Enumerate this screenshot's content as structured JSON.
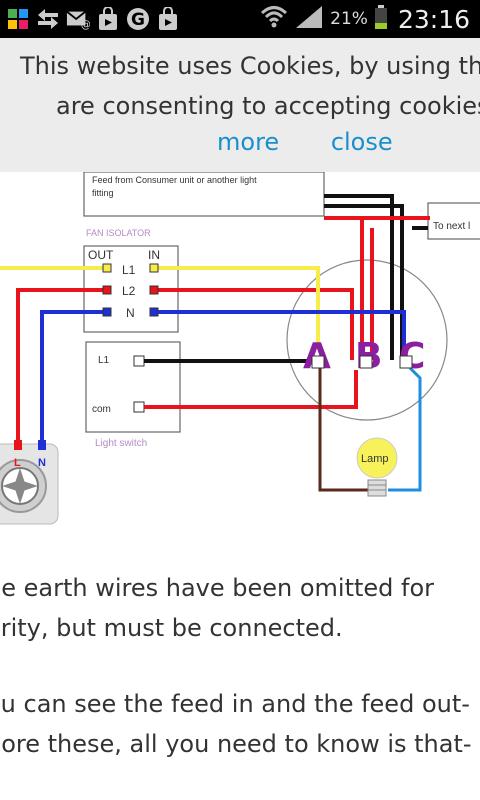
{
  "status_bar": {
    "battery_percent": "21%",
    "time": "23:16",
    "icons": [
      "gallery-icon",
      "transfer-icon",
      "email-icon",
      "shopping-bag-icon",
      "google-icon",
      "shopping-bag-icon",
      "wifi-icon",
      "signal-icon",
      "battery-icon"
    ]
  },
  "cookie_banner": {
    "line1": "This website uses Cookies, by using this",
    "line2": "are consenting to accepting cookies",
    "more_label": "more",
    "close_label": "close",
    "link_color": "#1a8fce"
  },
  "diagram": {
    "feed_label_line1": "Feed from Consumer unit or another light",
    "feed_label_line2": "fitting",
    "to_next_label": "To next l",
    "fan_isolator_label": "FAN ISOLATOR",
    "out_label": "OUT",
    "in_label": "IN",
    "terminal_l1": "L1",
    "terminal_l2": "L2",
    "terminal_n": "N",
    "switch_l1": "L1",
    "switch_com": "com",
    "light_switch_label": "Light switch",
    "junction_a": "A",
    "junction_b": "B",
    "junction_c": "C",
    "lamp_label": "Lamp",
    "fan_l": "L",
    "fan_n": "N",
    "wire_colors": {
      "red": "#e8131b",
      "blue": "#1f2fd6",
      "yellow": "#f7ec4a",
      "black": "#111111",
      "brown": "#5a2a1c",
      "light_blue": "#1e8fe0"
    }
  },
  "article": {
    "para1_line1": "he earth wires have been omitted for",
    "para1_line2": "arity, but must be connected.",
    "para2_line1": "ou can see the feed in and the feed out-",
    "para2_line2": "nore these, all you need to know is that-"
  }
}
